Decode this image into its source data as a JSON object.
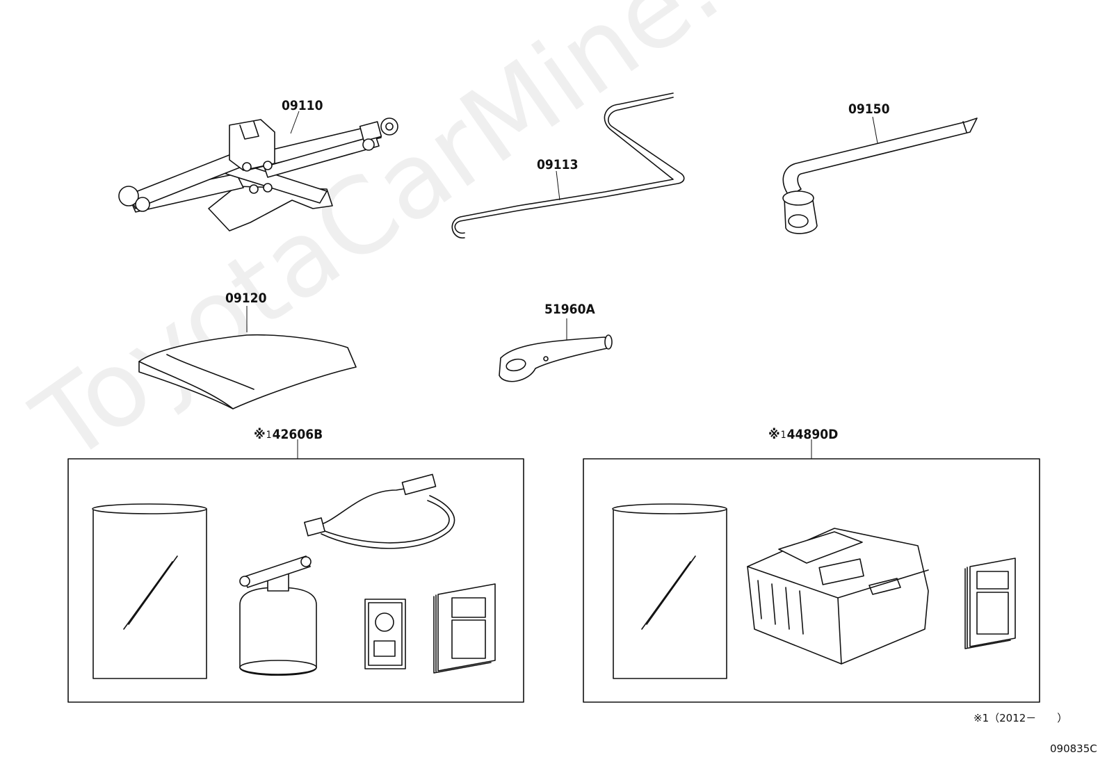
{
  "watermark": "ToyotaCarMine.ru",
  "parts": {
    "jack": {
      "label": "09110"
    },
    "jack_handle": {
      "label": "09113"
    },
    "wheel_wrench": {
      "label": "09150"
    },
    "tool_bag": {
      "label": "09120"
    },
    "towing_eye": {
      "label": "51960A"
    },
    "repair_kit_a": {
      "prefix": "※",
      "ref": "1",
      "label": "42606B"
    },
    "repair_kit_b": {
      "prefix": "※",
      "ref": "1",
      "label": "44890D"
    }
  },
  "footnote": {
    "text": "※1（2012－　　）"
  },
  "diagram_code": "090835C"
}
